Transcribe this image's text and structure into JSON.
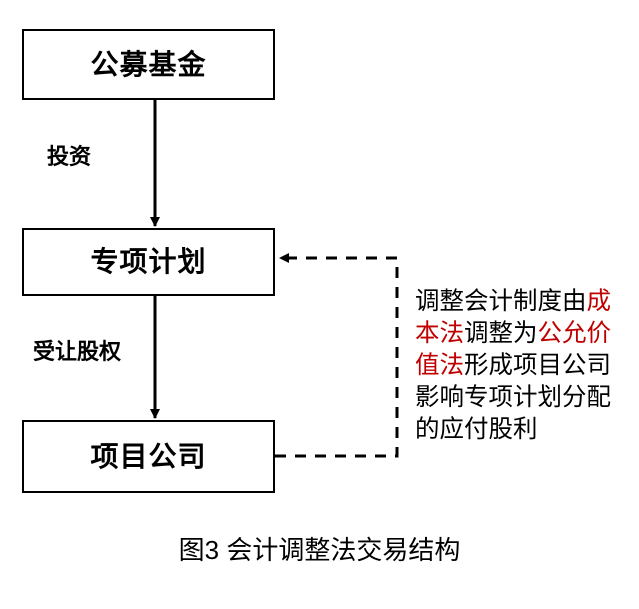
{
  "figure": {
    "caption": "图3 会计调整法交易结构",
    "nodes": [
      {
        "id": "fund",
        "label": "公募基金"
      },
      {
        "id": "plan",
        "label": "专项计划"
      },
      {
        "id": "project",
        "label": "项目公司"
      }
    ],
    "edge_labels": [
      {
        "id": "invest",
        "label": "投资"
      },
      {
        "id": "transfer",
        "label": "受让股权"
      }
    ],
    "annotation": {
      "full_text": "调整会计制度由成本法调整为公允价值法形成项目公司影响专项计划分配的应付股利",
      "segments": [
        {
          "text": "调整会计制度由",
          "highlight": false
        },
        {
          "text": "成本法",
          "highlight": true
        },
        {
          "text": "调整为",
          "highlight": false
        },
        {
          "text": "公允价值法",
          "highlight": true
        },
        {
          "text": "形成项目公司影响专项计划分配的应付股利",
          "highlight": false
        }
      ],
      "highlight_color": "#c00000",
      "text_color": "#000000"
    },
    "connectors": [
      {
        "id": "fund-to-plan",
        "style": "solid",
        "from": "fund",
        "to": "plan",
        "arrow": true
      },
      {
        "id": "plan-to-project",
        "style": "solid",
        "from": "plan",
        "to": "project",
        "arrow": true
      },
      {
        "id": "project-to-plan",
        "style": "dashed",
        "from": "project",
        "to": "plan",
        "arrow": true
      }
    ],
    "colors": {
      "stroke": "#000000",
      "background": "#ffffff",
      "accent": "#c00000"
    }
  }
}
